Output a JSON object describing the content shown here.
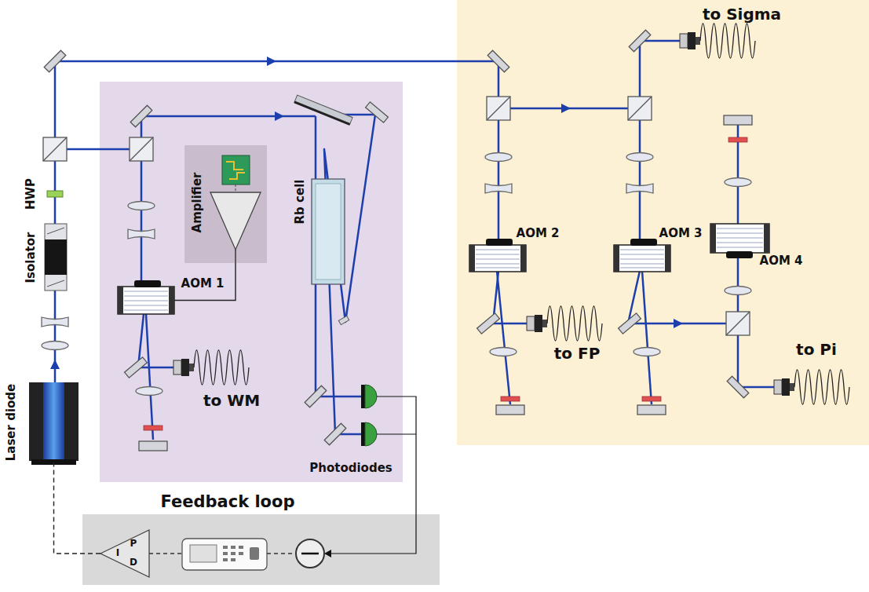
{
  "diagram": {
    "nodes": [
      {
        "text": [
          "Laser diode"
        ]
      },
      {
        "text": [
          "Isolator"
        ]
      },
      {
        "text": [
          "HWP"
        ]
      },
      {
        "text": [
          "Amplifier"
        ]
      },
      {
        "text": [
          "AOM 1"
        ]
      },
      {
        "text": [
          "Rb cell"
        ]
      },
      {
        "text": [
          "AOM 2"
        ]
      },
      {
        "text": [
          "AOM 3"
        ]
      },
      {
        "text": [
          "AOM 4"
        ]
      },
      {
        "text": [
          "Feedback loop"
        ]
      },
      {
        "text": [
          "P",
          "I",
          "D"
        ],
        "in": 9
      }
    ],
    "edges": [
      {
        "from": 10,
        "to": 0,
        "arrow": "none"
      },
      {
        "from": 3,
        "to": 4,
        "arrow": "none"
      }
    ],
    "labels": [
      "to Sigma",
      "to WM",
      "to FP",
      "to Pi",
      "Photodiodes"
    ]
  }
}
